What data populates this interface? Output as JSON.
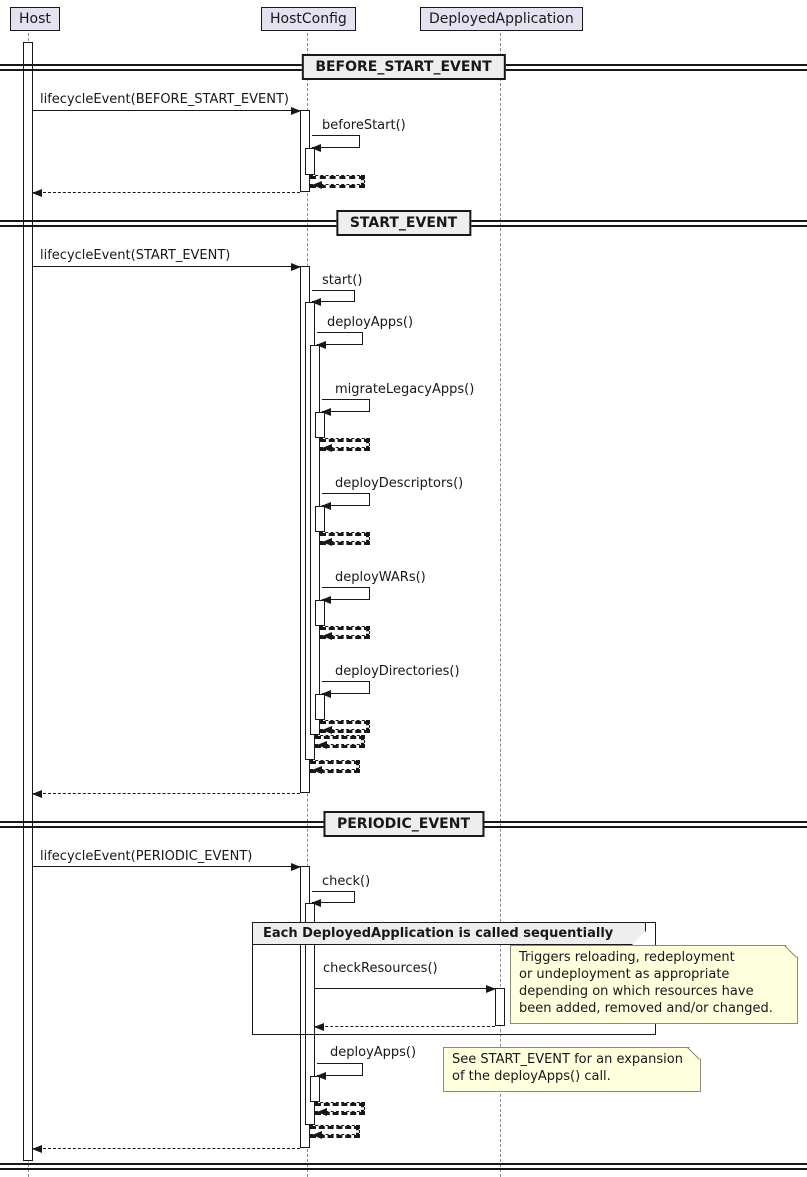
{
  "diagram": {
    "participants": [
      {
        "label": "Host"
      },
      {
        "label": "HostConfig"
      },
      {
        "label": "DeployedApplication"
      }
    ],
    "dividers": [
      {
        "label": "BEFORE_START_EVENT"
      },
      {
        "label": "START_EVENT"
      },
      {
        "label": "PERIODIC_EVENT"
      }
    ],
    "messages": {
      "before_start_call": "lifecycleEvent(BEFORE_START_EVENT)",
      "before_start_self": "beforeStart()",
      "start_call": "lifecycleEvent(START_EVENT)",
      "start_self": "start()",
      "deploy_apps": "deployApps()",
      "migrate_legacy_apps": "migrateLegacyApps()",
      "deploy_descriptors": "deployDescriptors()",
      "deploy_wars": "deployWARs()",
      "deploy_directories": "deployDirectories()",
      "periodic_call": "lifecycleEvent(PERIODIC_EVENT)",
      "check_self": "check()",
      "check_resources": "checkResources()",
      "deploy_apps_periodic": "deployApps()"
    },
    "group": {
      "label": "Each DeployedApplication is called sequentially"
    },
    "notes": {
      "check_resources_note": "Triggers reloading, redeployment\nor undeployment as appropriate\ndepending on which resources have\nbeen added, removed and/or changed.",
      "deploy_apps_note": "See START_EVENT for an expansion\nof the deployApps() call."
    },
    "colors": {
      "participant_bg": "#E2E2F0",
      "participant_border": "#181818",
      "note_bg": "#FEFFDD",
      "divider_bg": "#EEEEEE",
      "line": "#181818"
    }
  }
}
